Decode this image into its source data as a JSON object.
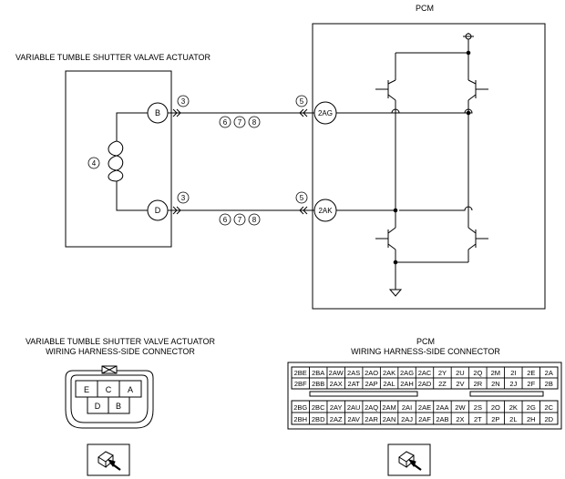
{
  "pcm": {
    "title": "PCM",
    "terminals": [
      "2AG",
      "2AK"
    ]
  },
  "actuator": {
    "title": "VARIABLE TUMBLE SHUTTER VALAVE ACTUATOR",
    "terminals": [
      "B",
      "D"
    ],
    "coil_marker": "4"
  },
  "wire_markers": {
    "actuator_side": "3",
    "pcm_side": "5",
    "splices": [
      "6",
      "7",
      "8"
    ]
  },
  "actuator_connector": {
    "title_line1": "VARIABLE TUMBLE SHUTTER VALVE ACTUATOR",
    "title_line2": "WIRING HARNESS-SIDE CONNECTOR",
    "pins_top": [
      "E",
      "C",
      "A"
    ],
    "pins_bottom": [
      "D",
      "B"
    ]
  },
  "pcm_connector": {
    "title_line1": "PCM",
    "title_line2": "WIRING HARNESS-SIDE CONNECTOR",
    "rows": [
      [
        "2BE",
        "2BA",
        "2AW",
        "2AS",
        "2AO",
        "2AK",
        "2AG",
        "2AC",
        "2Y",
        "2U",
        "2Q",
        "2M",
        "2I",
        "2E",
        "2A"
      ],
      [
        "2BF",
        "2BB",
        "2AX",
        "2AT",
        "2AP",
        "2AL",
        "2AH",
        "2AD",
        "2Z",
        "2V",
        "2R",
        "2N",
        "2J",
        "2F",
        "2B"
      ],
      [
        "2BG",
        "2BC",
        "2AY",
        "2AU",
        "2AQ",
        "2AM",
        "2AI",
        "2AE",
        "2AA",
        "2W",
        "2S",
        "2O",
        "2K",
        "2G",
        "2C"
      ],
      [
        "2BH",
        "2BD",
        "2AZ",
        "2AV",
        "2AR",
        "2AN",
        "2AJ",
        "2AF",
        "2AB",
        "2X",
        "2T",
        "2P",
        "2L",
        "2H",
        "2D"
      ]
    ]
  }
}
